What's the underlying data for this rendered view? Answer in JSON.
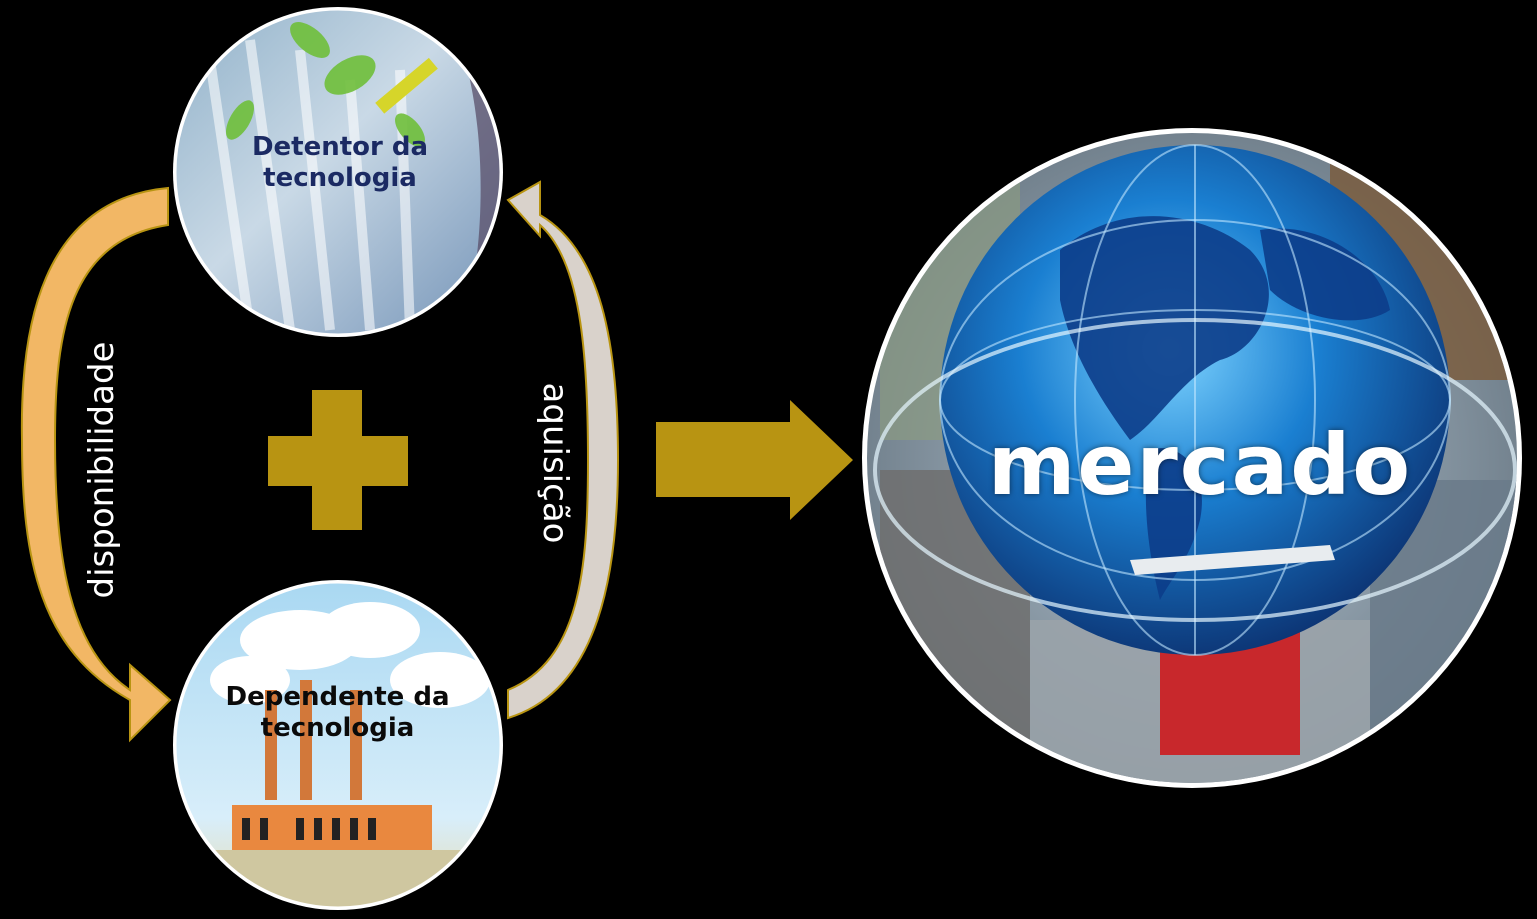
{
  "diagram": {
    "nodes": {
      "detentor": {
        "label": "Detentor da tecnologia",
        "label_color": "#1b2a63",
        "icon": "lab-plant-test-tube-icon"
      },
      "dependente": {
        "label": "Dependente da tecnologia",
        "label_color": "#0a0a0a",
        "icon": "factory-smokestack-icon"
      },
      "mercado": {
        "label": "mercado",
        "label_color": "#ffffff",
        "icon": "globe-trade-icon"
      }
    },
    "edges": {
      "disponibilidade": {
        "label": "disponibilidade",
        "from": "detentor",
        "to": "dependente",
        "color": "#f2b765"
      },
      "aquisicao": {
        "label": "aquisição",
        "from": "dependente",
        "to": "detentor",
        "color": "#d9d2cb"
      }
    },
    "plus_symbol": {
      "icon": "plus-icon",
      "color": "#b89412"
    },
    "result_arrow": {
      "icon": "right-arrow-icon",
      "color": "#b89412"
    },
    "colors": {
      "background": "#000000",
      "accent_gold": "#b89412",
      "arrow_outline": "#b89412"
    }
  }
}
